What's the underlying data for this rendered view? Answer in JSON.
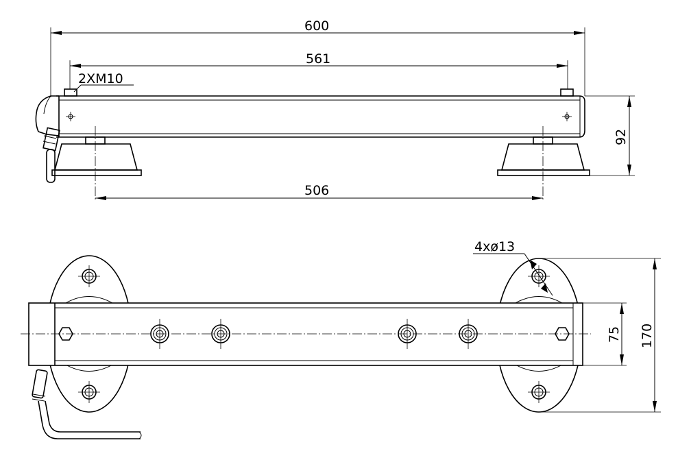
{
  "dimensions": {
    "overall_length": "600",
    "thread_spacing": "561",
    "thread_note": "2XM10",
    "height": "92",
    "foot_spacing": "506",
    "hole_note": "4xø13",
    "bar_width": "75",
    "foot_width": "170"
  }
}
